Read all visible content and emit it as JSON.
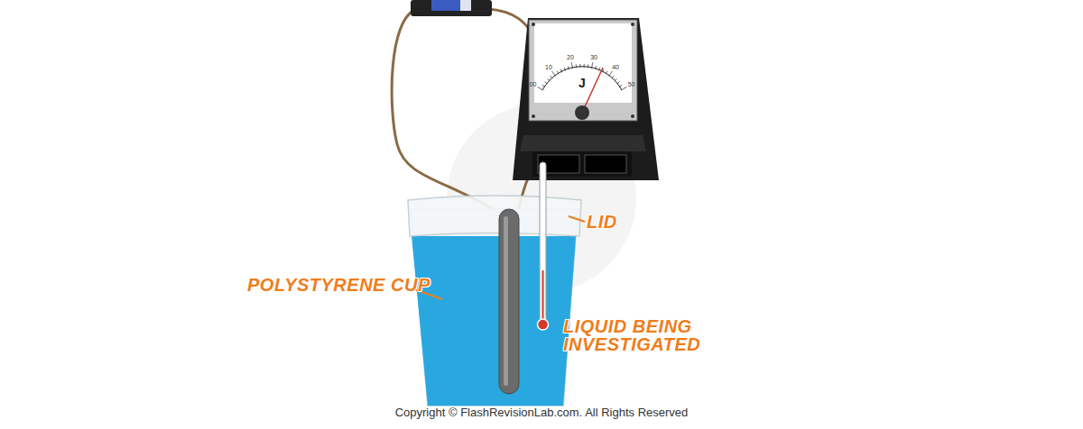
{
  "diagram": {
    "labels": [
      "00",
      "10",
      "20",
      "30",
      "40",
      "50",
      "J",
      "LID",
      "POLYSTYRENE CUP",
      "LIQUID BEING INVESTIGATED",
      "Copyright © FlashRevisionLab.com. All Rights Reserved"
    ]
  }
}
